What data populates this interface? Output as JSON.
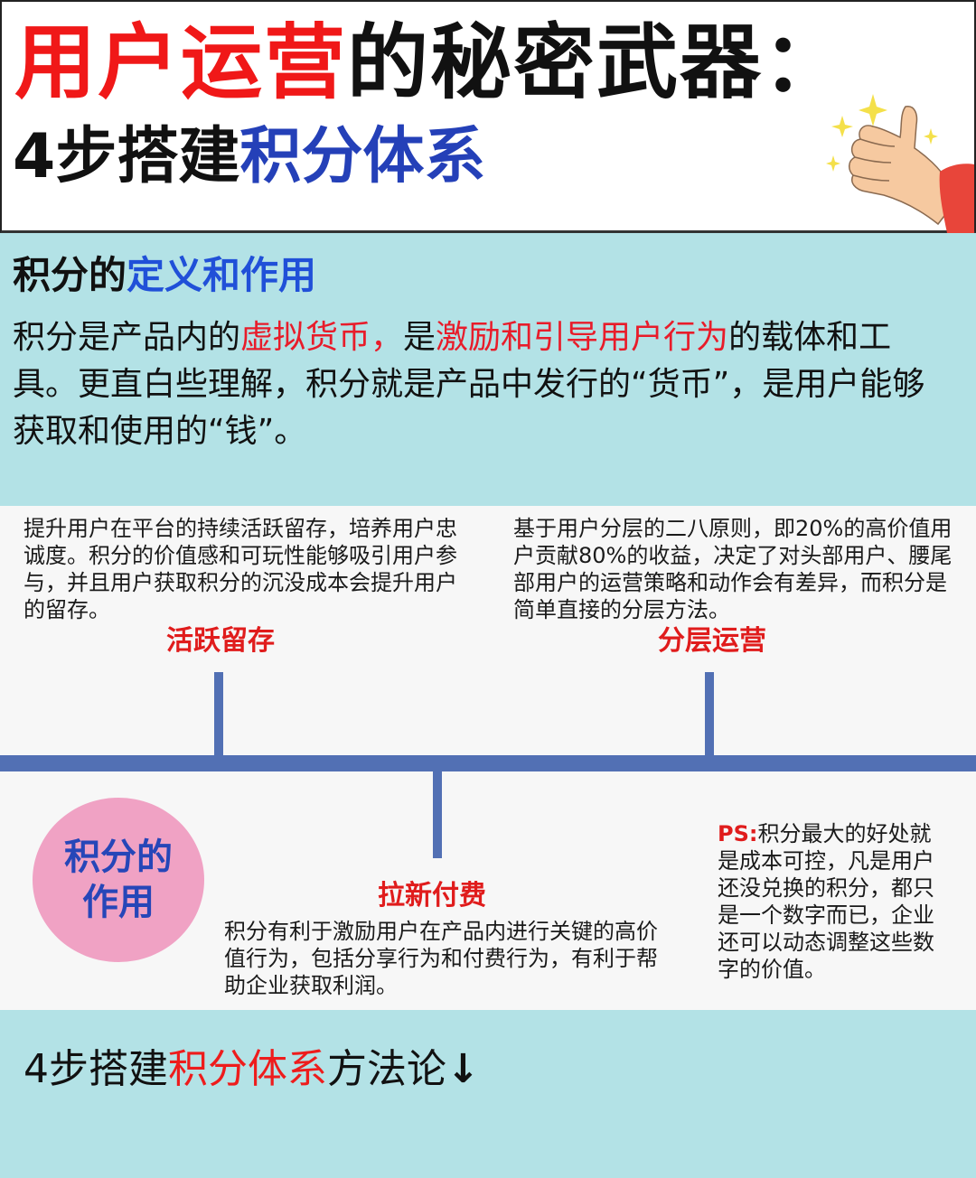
{
  "header": {
    "title_line1_red": "用户运营",
    "title_line1_black": "的秘密武器：",
    "title_line2_black": "4步搭建",
    "title_line2_blue": "积分体系",
    "illustration": "thumbs-up-icon"
  },
  "definition": {
    "heading_black": "积分的",
    "heading_blue": "定义和作用",
    "body": [
      {
        "text": "积分是产品内的",
        "style": "normal"
      },
      {
        "text": "虚拟货币，",
        "style": "red"
      },
      {
        "text": "是",
        "style": "normal"
      },
      {
        "text": "激励和引导用户行为",
        "style": "red"
      },
      {
        "text": "的载体和工具。更直白些理解，积分就是产品中发行的“货币”，是用户能够获取和使用的“钱”。",
        "style": "normal"
      }
    ]
  },
  "roles": {
    "center_label_line1": "积分的",
    "center_label_line2": "作用",
    "items": [
      {
        "title": "活跃留存",
        "text": "提升用户在平台的持续活跃留存，培养用户忠诚度。积分的价值感和可玩性能够吸引用户参与，并且用户获取积分的沉没成本会提升用户的留存。"
      },
      {
        "title": "分层运营",
        "text": "基于用户分层的二八原则，即20%的高价值用户贡献80%的收益，决定了对头部用户、腰尾部用户的运营策略和动作会有差异，而积分是简单直接的分层方法。"
      },
      {
        "title": "拉新付费",
        "text": "积分有利于激励用户在产品内进行关键的高价值行为，包括分享行为和付费行为，有利于帮助企业获取利润。"
      }
    ],
    "ps": {
      "label": "PS:",
      "text": "积分最大的好处就是成本可控，凡是用户还没兑换的积分，都只是一个数字而已，企业还可以动态调整这些数字的价值。"
    }
  },
  "method": {
    "prefix": "4步搭建",
    "highlight": "积分体系",
    "suffix": "方法论",
    "arrow": "↓"
  },
  "colors": {
    "red": "#f01818",
    "blue": "#2440b8",
    "teal_bg": "#b3e2e6",
    "axis": "#5270b4",
    "circle": "#f0a2c4"
  }
}
